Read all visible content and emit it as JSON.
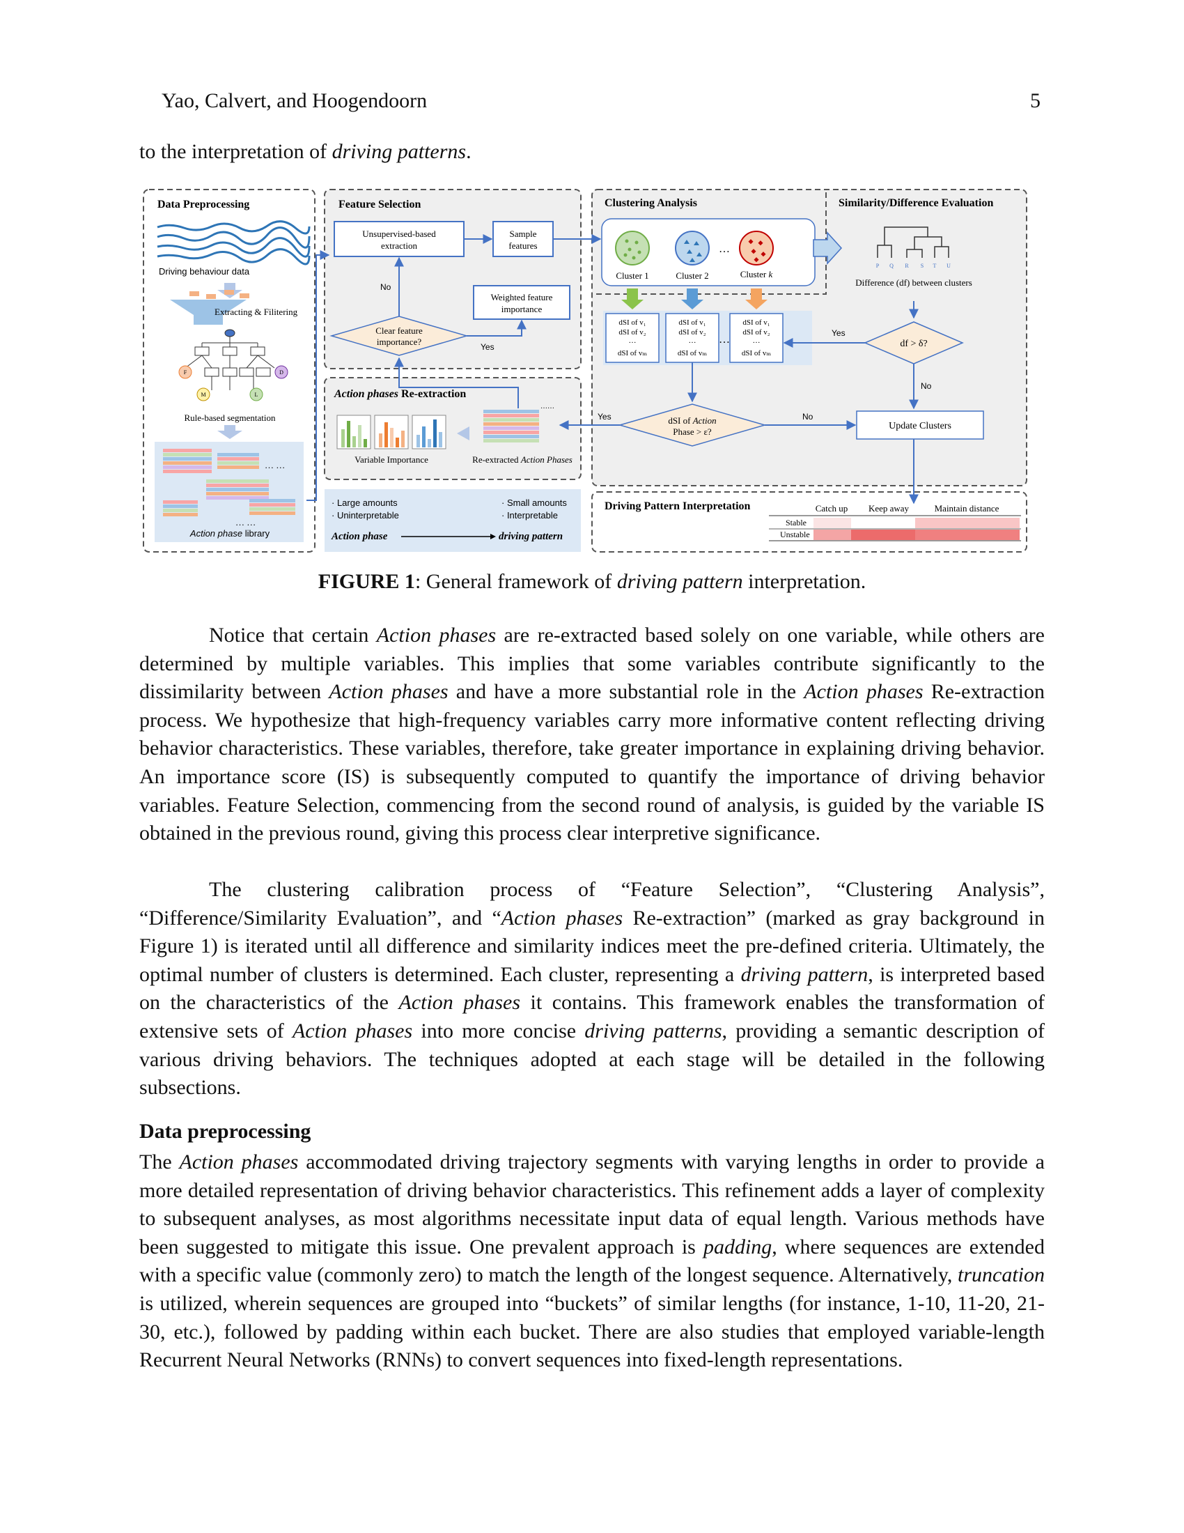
{
  "header": {
    "authors": "Yao, Calvert, and Hoogendoorn",
    "page_number": "5"
  },
  "lead": {
    "prefix": "to the interpretation of ",
    "italic": "driving patterns",
    "suffix": "."
  },
  "figure": {
    "panels": {
      "data_preprocessing": "Data Preprocessing",
      "feature_selection": "Feature Selection",
      "clustering_analysis": "Clustering Analysis",
      "similarity_difference": "Similarity/Difference Evaluation",
      "reextraction_italic": "Action phases",
      "reextraction_rest": " Re-extraction",
      "interpretation": "Driving Pattern Interpretation"
    },
    "preprocessing": {
      "driving_data": "Driving behaviour data",
      "extracting": "Extracting & Filitering",
      "segmentation": "Rule-based segmentation",
      "ellipsis": "… …",
      "library_italic": "Action phase",
      "library_rest": " library",
      "node_labels": [
        "F",
        "D",
        "M",
        "L"
      ]
    },
    "feature_selection": {
      "unsupervised_l1": "Unsupervised-based",
      "unsupervised_l2": "extraction",
      "sample_l1": "Sample",
      "sample_l2": "features",
      "weighted_l1": "Weighted feature",
      "weighted_l2": "importance",
      "decision_l1": "Clear feature",
      "decision_l2": "importance?",
      "no": "No",
      "yes": "Yes"
    },
    "clustering": {
      "cluster1": "Cluster 1",
      "cluster2": "Cluster 2",
      "clusterk_prefix": "Cluster ",
      "clusterk_italic": "k",
      "ellipsis": "…",
      "dsi_v1": "dSI of v₁",
      "dsi_v2": "dSI of v₂",
      "dots": "…",
      "dsi_vm": "dSI of vₘ"
    },
    "similarity": {
      "dendrogram_leaves": [
        "P",
        "Q",
        "R",
        "S",
        "T",
        "U"
      ],
      "difference_label": "Difference (df) between clusters",
      "decision": "df  >  δ?",
      "yes": "Yes",
      "no": "No",
      "update": "Update Clusters"
    },
    "reextraction": {
      "variable_importance": "Variable Importance",
      "reextracted_prefix": "Re-extracted ",
      "reextracted_italic": "Action Phases",
      "decision_l1_prefix": "dSI of ",
      "decision_l1_italic": "Action",
      "decision_l2": "Phase  > ε?",
      "yes": "Yes",
      "no": "No",
      "ellipsis": "……"
    },
    "summary": {
      "left_1": "· Large amounts",
      "left_2": "· Uninterpretable",
      "right_1": "· Small amounts",
      "right_2": "· Interpretable",
      "from": "Action phase",
      "to": "driving pattern"
    },
    "interpretation": {
      "columns": [
        "Catch up",
        "Keep away",
        "Maintain distance"
      ],
      "rows": [
        "Stable",
        "Unstable"
      ]
    },
    "colors": {
      "blue": "#4472c4",
      "panel_gray": "#efefef",
      "light_blue": "#dce8f5",
      "beige": "#fbecd9",
      "green": "#8bc34a",
      "orange": "#f4a460",
      "red": "#e57373"
    }
  },
  "caption": {
    "label": "FIGURE 1",
    "text_1": ": General framework of ",
    "italic": "driving pattern",
    "text_2": " interpretation."
  },
  "paragraphs": {
    "p1": [
      {
        "t": "Notice that certain "
      },
      {
        "t": "Action phases",
        "i": true
      },
      {
        "t": " are re-extracted based solely on one variable, while others are determined by multiple variables. This implies that some variables contribute significantly to the dissimilarity between "
      },
      {
        "t": "Action phases",
        "i": true
      },
      {
        "t": " and have a more substantial role in the "
      },
      {
        "t": "Action phases",
        "i": true
      },
      {
        "t": " Re-extraction process. We hypothesize that high-frequency variables carry more informative content reflecting driving behavior characteristics. These variables, therefore, take greater importance in explaining driving behavior. An importance score (IS) is subsequently computed to quantify the importance of driving behavior variables. Feature Selection, commencing from the second round of analysis, is guided by the variable IS obtained in the previous round, giving this process clear interpretive significance."
      }
    ],
    "p2": [
      {
        "t": "The clustering calibration process of “Feature Selection”, “Clustering Analysis”, “Difference/Similarity Evaluation”, and “"
      },
      {
        "t": "Action phases",
        "i": true
      },
      {
        "t": " Re-extraction” (marked as gray background in Figure 1) is iterated until all difference and similarity indices meet the pre-defined criteria. Ultimately, the optimal number of clusters is determined. Each cluster, representing a "
      },
      {
        "t": "driving pattern",
        "i": true
      },
      {
        "t": ", is interpreted based on the characteristics of the "
      },
      {
        "t": "Action phases",
        "i": true
      },
      {
        "t": " it contains. This framework enables the transformation of extensive sets of "
      },
      {
        "t": "Action phases",
        "i": true
      },
      {
        "t": " into more concise "
      },
      {
        "t": "driving patterns",
        "i": true
      },
      {
        "t": ", providing a semantic description of various driving behaviors. The techniques adopted at each stage will be detailed in the following subsections."
      }
    ],
    "heading": "Data preprocessing",
    "p3": [
      {
        "t": "The "
      },
      {
        "t": "Action phases",
        "i": true
      },
      {
        "t": " accommodated driving trajectory segments with varying lengths in order to provide a more detailed representation of driving behavior characteristics. This refinement adds a layer of complexity to subsequent analyses, as most algorithms necessitate input data of equal length. Various methods have been suggested to mitigate this issue. One prevalent approach is "
      },
      {
        "t": "padding",
        "i": true
      },
      {
        "t": ", where sequences are extended with a specific value (commonly zero) to match the length of the longest sequence. Alternatively, "
      },
      {
        "t": "truncation",
        "i": true
      },
      {
        "t": " is utilized, wherein sequences are grouped into “buckets” of similar lengths (for instance, 1-10, 11-20, 21-30, etc.), followed by padding within each bucket. There are also studies that employed variable-length Recurrent Neural Networks (RNNs) to convert sequences into fixed-length representations."
      }
    ]
  }
}
